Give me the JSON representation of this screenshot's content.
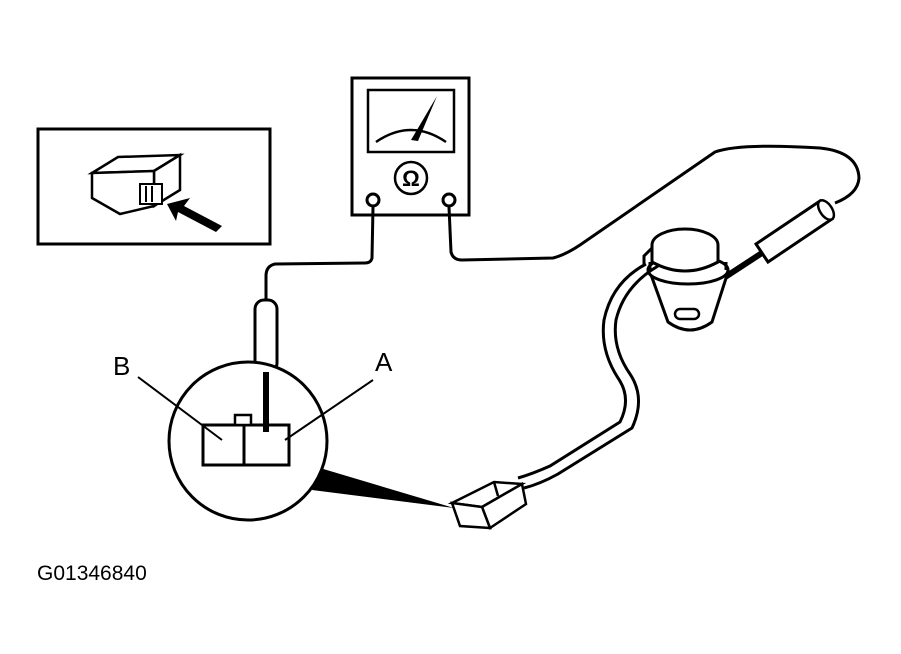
{
  "labels": {
    "a": "A",
    "b": "B",
    "ohm": "Ω",
    "figure_id": "G01346840"
  },
  "icons": {
    "meter": "ohmmeter-icon",
    "module": "control-module-icon",
    "arrow": "arrow-icon",
    "speaker": "speaker-icon",
    "connector": "connector-icon"
  },
  "colors": {
    "ink": "#000000",
    "paper": "#ffffff"
  }
}
